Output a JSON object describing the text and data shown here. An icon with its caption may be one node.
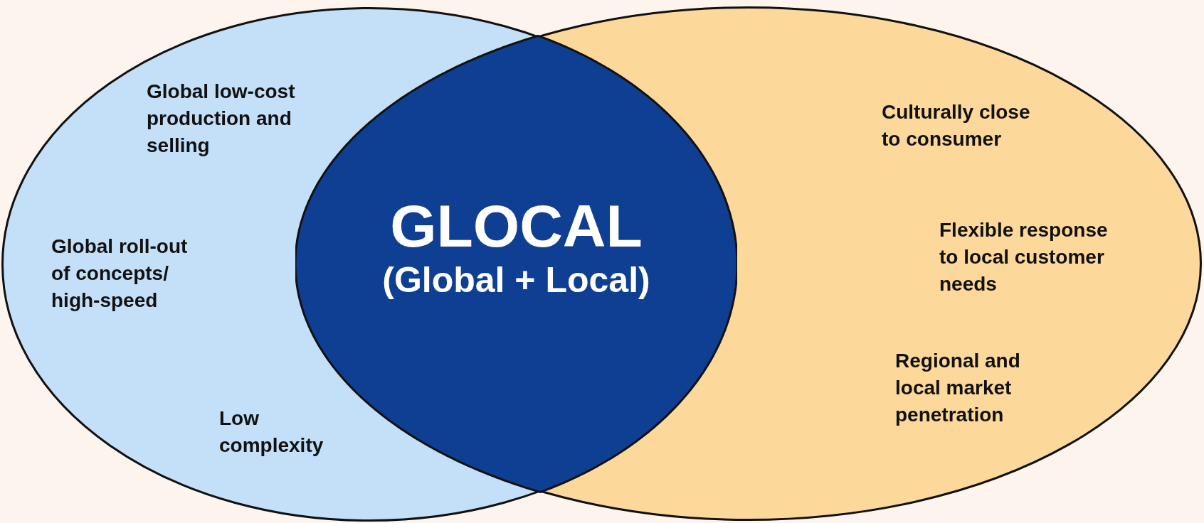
{
  "diagram": {
    "nodes": [
      {
        "text": [
          "Global low-cost production and selling",
          "Global roll-out of concepts/ high-speed",
          "Low complexity"
        ]
      },
      {
        "text": [
          "GLOCAL",
          "(Global + Local)"
        ]
      },
      {
        "text": [
          "Culturally close to consumer",
          "Flexible response to local customer needs",
          "Regional and local market penetration"
        ]
      }
    ]
  }
}
